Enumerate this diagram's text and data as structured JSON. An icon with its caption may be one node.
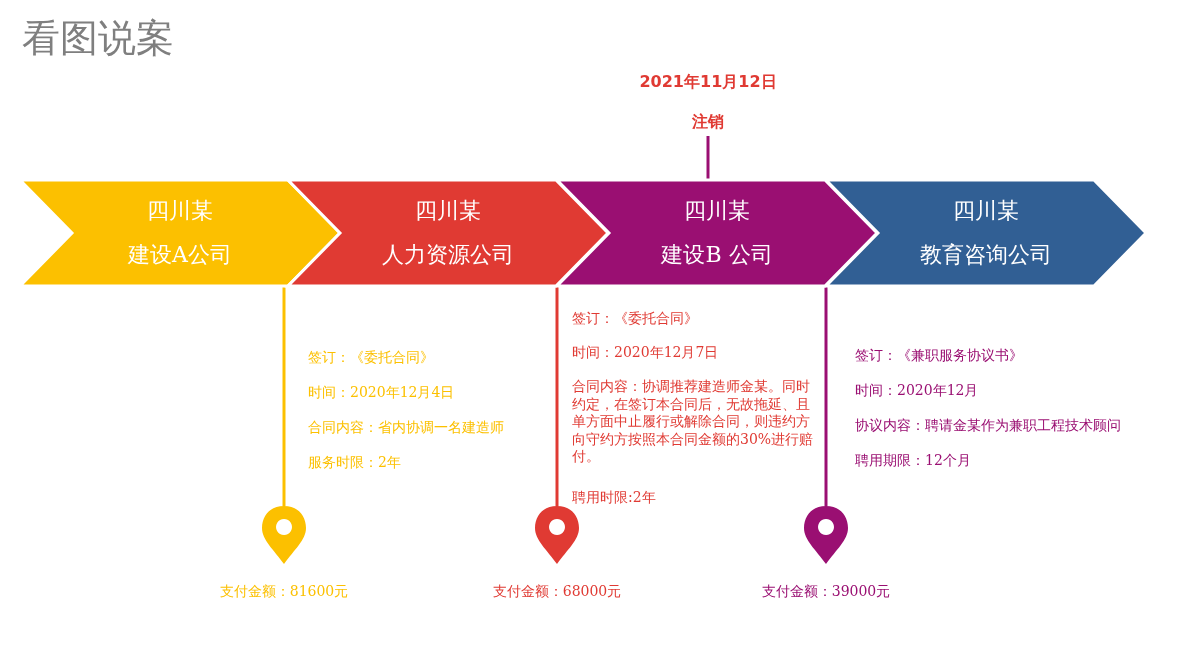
{
  "diagram": {
    "title": "看图说案",
    "nodes": [
      {
        "text": [
          "2021年11月12日",
          "注销"
        ]
      },
      {
        "text": [
          "四川某",
          "建设A公司"
        ]
      },
      {
        "text": [
          "四川某",
          "人力资源公司"
        ]
      },
      {
        "text": [
          "四川某",
          "建设B 公司"
        ]
      },
      {
        "text": [
          "四川某",
          "教育咨询公司"
        ]
      },
      {
        "text": [],
        "shape": "pin",
        "beside": [
          "支付金额：81600元"
        ]
      },
      {
        "text": [],
        "shape": "pin",
        "beside": [
          "支付金额：68000元"
        ]
      },
      {
        "text": [],
        "shape": "pin",
        "beside": [
          "支付金额：39000元"
        ]
      }
    ],
    "edges": [
      {
        "from": 0,
        "to": 3,
        "arrow": "none",
        "color": "#9a0f72"
      },
      {
        "from": 1,
        "to": 5,
        "arrow": "none",
        "color": "#fcc000"
      },
      {
        "from": 2,
        "to": 6,
        "arrow": "none",
        "color": "#e03a33"
      },
      {
        "from": 3,
        "to": 7,
        "arrow": "none",
        "color": "#9a0f72"
      }
    ],
    "labels": [
      "签订：《委托合同》",
      "时间：2020年12月4日",
      "合同内容：省内协调一名建造师",
      "服务时限：2年",
      "签订：《委托合同》",
      "时间：2020年12月7日",
      "合同内容：协调推荐建造师金某。同时约定，在签订本合同后，无故拖延、且单方面中止履行或解除合同，则违约方向守约方按照本合同金额的30%进行赔付。",
      "聘用时限:2年",
      "签订：《兼职服务协议书》",
      "时间：2020年12月",
      "协议内容：聘请金某作为兼职工程技术顾问",
      "聘用期限：12个月"
    ]
  }
}
